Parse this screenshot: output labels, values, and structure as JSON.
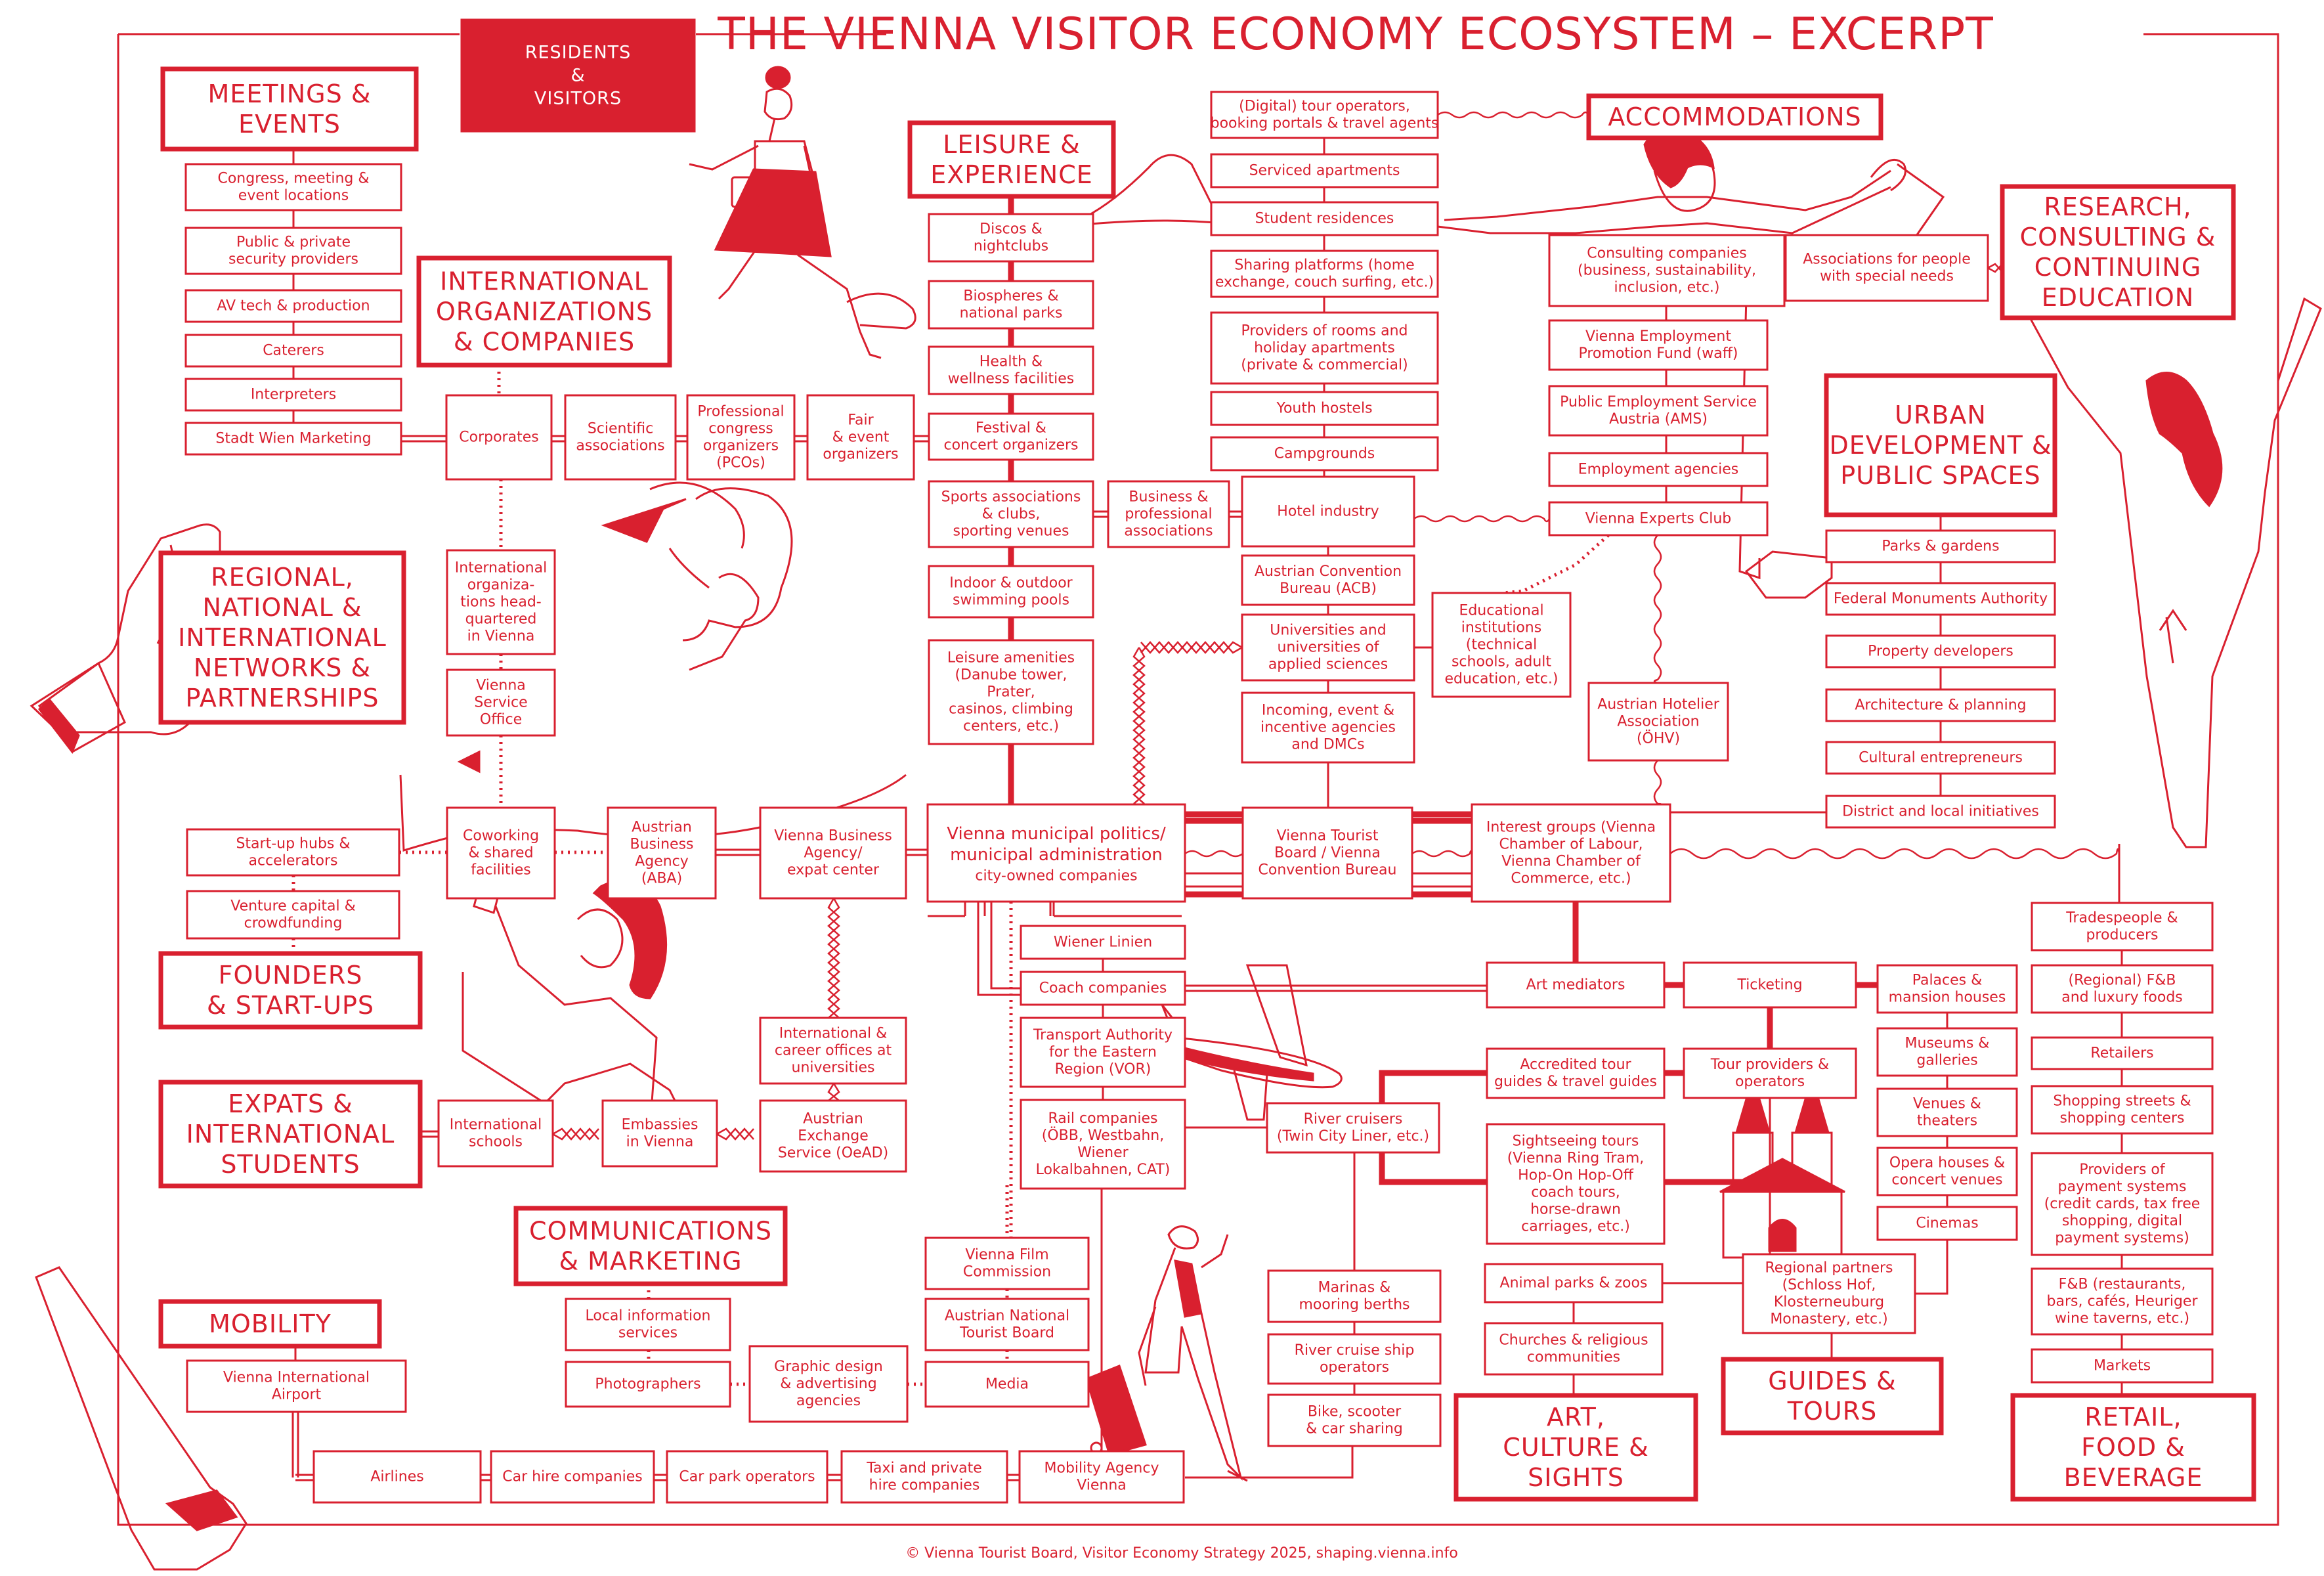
{
  "title": "THE VIENNA  VISITOR ECONOMY ECOSYSTEM – EXCERPT",
  "footer": "© Vienna Tourist Board, Visitor Economy Strategy 2025, shaping.vienna.info",
  "banner": [
    "RESIDENTS",
    "&",
    "VISITORS"
  ],
  "headings": {
    "meetings": [
      "MEETINGS &",
      "EVENTS"
    ],
    "intl_orgs": [
      "INTERNATIONAL",
      "ORGANIZATIONS",
      "& COMPANIES"
    ],
    "regional": [
      "REGIONAL,",
      "NATIONAL &",
      "INTERNATIONAL",
      "NETWORKS &",
      "PARTNERSHIPS"
    ],
    "founders": [
      "FOUNDERS",
      "& START-UPS"
    ],
    "expats": [
      "EXPATS &",
      "INTERNATIONAL",
      "STUDENTS"
    ],
    "communications": [
      "COMMUNICATIONS",
      "& MARKETING"
    ],
    "mobility": [
      "MOBILITY"
    ],
    "leisure": [
      "LEISURE &",
      "EXPERIENCE"
    ],
    "accommodations": [
      "ACCOMMODATIONS"
    ],
    "research": [
      "RESEARCH,",
      "CONSULTING &",
      "CONTINUING",
      "EDUCATION"
    ],
    "urban": [
      "URBAN",
      "DEVELOPMENT &",
      "PUBLIC SPACES"
    ],
    "art": [
      "ART,",
      "CULTURE &",
      "SIGHTS"
    ],
    "guides": [
      "GUIDES &",
      "TOURS"
    ],
    "retail": [
      "RETAIL,",
      "FOOD &",
      "BEVERAGE"
    ]
  },
  "center": [
    "Vienna municipal politics/",
    "municipal administration"
  ],
  "center_sub": "city-owned companies",
  "boxes": {
    "congress": [
      "Congress, meeting &",
      "event locations"
    ],
    "security": [
      "Public & private",
      "security providers"
    ],
    "avtech": [
      "AV tech & production"
    ],
    "caterers": [
      "Caterers"
    ],
    "interpreters": [
      "Interpreters"
    ],
    "stadtwien": [
      "Stadt Wien Marketing"
    ],
    "corporates": [
      "Corporates"
    ],
    "scientific": [
      "Scientific",
      "associations"
    ],
    "pcos": [
      "Professional",
      "congress",
      "organizers",
      "(PCOs)"
    ],
    "fair": [
      "Fair",
      "& event",
      "organizers"
    ],
    "intlorgs_hq": [
      "International",
      "organiza-",
      "tions head-",
      "quartered",
      "in Vienna"
    ],
    "service_office": [
      "Vienna",
      "Service",
      "Office"
    ],
    "startup_hubs": [
      "Start-up hubs &",
      "accelerators"
    ],
    "venture": [
      "Venture capital &",
      "crowdfunding"
    ],
    "coworking": [
      "Coworking",
      "& shared",
      "facilities"
    ],
    "aba": [
      "Austrian",
      "Business",
      "Agency",
      "(ABA)"
    ],
    "vba": [
      "Vienna Business",
      "Agency/",
      "expat center"
    ],
    "career": [
      "International &",
      "career offices at",
      "universities"
    ],
    "oead": [
      "Austrian",
      "Exchange",
      "Service (OeAD)"
    ],
    "intl_schools": [
      "International",
      "schools"
    ],
    "embassies": [
      "Embassies",
      "in Vienna"
    ],
    "local_info": [
      "Local information",
      "services"
    ],
    "photographers": [
      "Photographers"
    ],
    "graphic": [
      "Graphic design",
      "& advertising",
      "agencies"
    ],
    "via": [
      "Vienna International",
      "Airport"
    ],
    "airlines": [
      "Airlines"
    ],
    "carhire": [
      "Car hire companies"
    ],
    "carpark": [
      "Car park operators"
    ],
    "taxi": [
      "Taxi and private",
      "hire companies"
    ],
    "mobility_agency": [
      "Mobility Agency",
      "Vienna"
    ],
    "film": [
      "Vienna Film",
      "Commission"
    ],
    "ant": [
      "Austrian National",
      "Tourist Board"
    ],
    "media": [
      "Media"
    ],
    "discos": [
      "Discos &",
      "nightclubs"
    ],
    "biospheres": [
      "Biospheres &",
      "national parks"
    ],
    "health": [
      "Health &",
      "wellness facilities"
    ],
    "festival": [
      "Festival &",
      "concert organizers"
    ],
    "sports": [
      "Sports associations",
      "& clubs,",
      "sporting venues"
    ],
    "business_assoc": [
      "Business &",
      "professional",
      "associations"
    ],
    "pools": [
      "Indoor & outdoor",
      "swimming pools"
    ],
    "leisure_amen": [
      "Leisure amenities",
      "(Danube tower,",
      "Prater,",
      "casinos, climbing",
      "centers, etc.)"
    ],
    "tour_operators": [
      "(Digital) tour operators,",
      "booking portals & travel agents"
    ],
    "serviced": [
      "Serviced apartments"
    ],
    "student_res": [
      "Student residences"
    ],
    "sharing": [
      "Sharing platforms (home",
      "exchange, couch surfing, etc.)"
    ],
    "rooms": [
      "Providers of rooms and",
      "holiday apartments",
      "(private & commercial)"
    ],
    "youth": [
      "Youth hostels"
    ],
    "campgrounds": [
      "Campgrounds"
    ],
    "hotel": [
      "Hotel industry"
    ],
    "acb": [
      "Austrian Convention",
      "Bureau (ACB)"
    ],
    "universities": [
      "Universities and",
      "universities of",
      "applied sciences"
    ],
    "dmcs": [
      "Incoming, event &",
      "incentive agencies",
      "and DMCs"
    ],
    "edu_inst": [
      "Educational",
      "institutions",
      "(technical",
      "schools, adult",
      "education, etc.)"
    ],
    "consulting": [
      "Consulting companies",
      "(business, sustainability,",
      "inclusion, etc.)"
    ],
    "special_needs": [
      "Associations for people",
      "with special needs"
    ],
    "waff": [
      "Vienna Employment",
      "Promotion Fund (waff)"
    ],
    "ams": [
      "Public Employment Service",
      "Austria (AMS)"
    ],
    "employment": [
      "Employment agencies"
    ],
    "experts": [
      "Vienna Experts Club"
    ],
    "ohv": [
      "Austrian Hotelier",
      "Association",
      "(ÖHV)"
    ],
    "tourist_board": [
      "Vienna Tourist",
      "Board / Vienna",
      "Convention Bureau"
    ],
    "interest": [
      "Interest groups (Vienna",
      "Chamber of Labour,",
      "Vienna Chamber of",
      "Commerce, etc.)"
    ],
    "wiener_linien": [
      "Wiener Linien"
    ],
    "coach": [
      "Coach companies"
    ],
    "vor": [
      "Transport Authority",
      "for the Eastern",
      "Region (VOR)"
    ],
    "rail": [
      "Rail companies",
      "(ÖBB, Westbahn,",
      "Wiener",
      "Lokalbahnen, CAT)"
    ],
    "river_cruisers": [
      "River cruisers",
      "(Twin City Liner, etc.)"
    ],
    "marinas": [
      "Marinas &",
      "mooring berths"
    ],
    "river_ship": [
      "River cruise ship",
      "operators"
    ],
    "bike": [
      "Bike, scooter",
      "& car sharing"
    ],
    "art_mediators": [
      "Art mediators"
    ],
    "ticketing": [
      "Ticketing"
    ],
    "accredited": [
      "Accredited tour",
      "guides & travel guides"
    ],
    "tour_providers": [
      "Tour providers &",
      "operators"
    ],
    "sightseeing": [
      "Sightseeing tours",
      "(Vienna Ring Tram,",
      "Hop-On Hop-Off",
      "coach tours,",
      "horse-drawn",
      "carriages, etc.)"
    ],
    "animal_parks": [
      "Animal parks & zoos"
    ],
    "churches": [
      "Churches & religious",
      "communities"
    ],
    "regional_partners": [
      "Regional partners",
      "(Schloss Hof,",
      "Klosterneuburg",
      "Monastery, etc.)"
    ],
    "palaces": [
      "Palaces &",
      "mansion houses"
    ],
    "museums": [
      "Museums &",
      "galleries"
    ],
    "venues": [
      "Venues &",
      "theaters"
    ],
    "opera": [
      "Opera houses &",
      "concert venues"
    ],
    "cinemas": [
      "Cinemas"
    ],
    "parks": [
      "Parks & gardens"
    ],
    "monuments": [
      "Federal Monuments Authority"
    ],
    "property": [
      "Property developers"
    ],
    "architecture": [
      "Architecture & planning"
    ],
    "cultural_entre": [
      "Cultural entrepreneurs"
    ],
    "district": [
      "District and local initiatives"
    ],
    "tradespeople": [
      "Tradespeople &",
      "producers"
    ],
    "regional_fb": [
      "(Regional) F&B",
      "and luxury foods"
    ],
    "retailers": [
      "Retailers"
    ],
    "shopping": [
      "Shopping streets &",
      "shopping centers"
    ],
    "payment": [
      "Providers of",
      "payment systems",
      "(credit cards, tax free",
      "shopping, digital",
      "payment systems)"
    ],
    "fb_rest": [
      "F&B (restaurants,",
      "bars, cafés, Heuriger",
      "wine taverns, etc.)"
    ],
    "markets": [
      "Markets"
    ]
  }
}
